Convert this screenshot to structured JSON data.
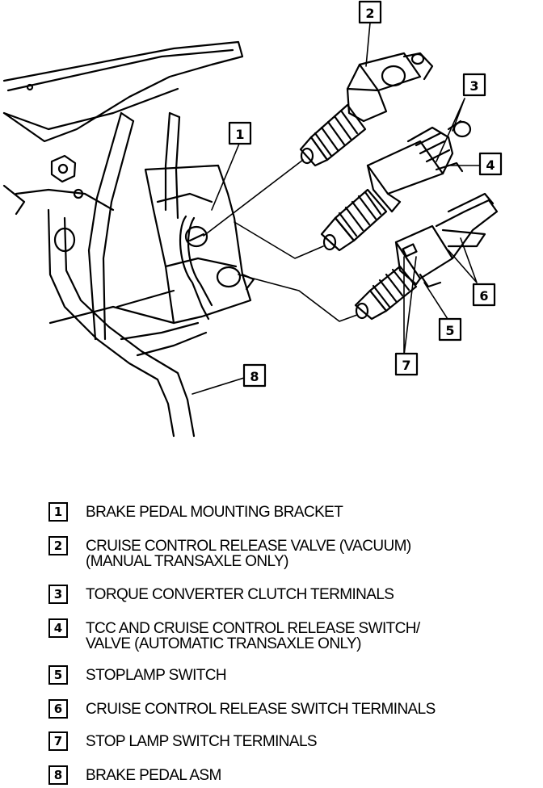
{
  "callouts": [
    "1",
    "2",
    "3",
    "4",
    "5",
    "6",
    "7",
    "8"
  ],
  "legend": [
    {
      "num": "1",
      "lines": [
        "BRAKE PEDAL MOUNTING BRACKET"
      ]
    },
    {
      "num": "2",
      "lines": [
        "CRUISE CONTROL RELEASE VALVE (VACUUM)",
        "(MANUAL TRANSAXLE ONLY)"
      ]
    },
    {
      "num": "3",
      "lines": [
        "TORQUE CONVERTER CLUTCH TERMINALS"
      ]
    },
    {
      "num": "4",
      "lines": [
        "TCC AND CRUISE CONTROL RELEASE SWITCH/",
        "VALVE (AUTOMATIC TRANSAXLE ONLY)"
      ]
    },
    {
      "num": "5",
      "lines": [
        "STOPLAMP SWITCH"
      ]
    },
    {
      "num": "6",
      "lines": [
        "CRUISE CONTROL RELEASE SWITCH TERMINALS"
      ]
    },
    {
      "num": "7",
      "lines": [
        "STOP LAMP SWITCH TERMINALS"
      ]
    },
    {
      "num": "8",
      "lines": [
        "BRAKE PEDAL ASM"
      ]
    }
  ]
}
